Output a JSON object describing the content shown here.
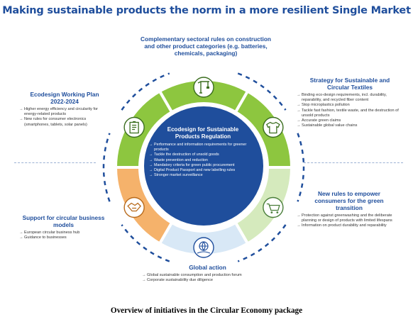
{
  "title": "Making sustainable products the norm in a more resilient Single Market",
  "caption": "Overview of initiatives in the Circular Economy package",
  "colors": {
    "title_blue": "#1f4e9c",
    "center_blue": "#1f4e9c",
    "green": "#8dc63f",
    "light_green": "#d5eabd",
    "orange": "#f5b26b",
    "light_blue": "#d8e8f6",
    "dash": "#1f4e9c"
  },
  "center": {
    "title_line1": "Ecodesign for Sustainable",
    "title_line2": "Products Regulation",
    "items": [
      "Performance and information requirements for greener products",
      "Tackle the destruction of unsold goods",
      "Waste prevention and reduction",
      "Mandatory criteria for green public procurement",
      "Digital Product Passport and new labelling rules",
      "Stronger market surveillance"
    ]
  },
  "top": {
    "title_line1": "Complementary sectoral rules on construction",
    "title_line2": "and other product categories (e.g. batteries,",
    "title_line3": "chemicals, packaging)",
    "icon": "crane-icon"
  },
  "left_top": {
    "title_line1": "Ecodesign Working Plan",
    "title_line2": "2022-2024",
    "items": [
      "Higher energy efficiency and circularity for energy-related products",
      "New rules for consumer electronics (smartphones, tablets, solar panels)"
    ],
    "icon": "clipboard-icon"
  },
  "right_top": {
    "title_line1": "Strategy for Sustainable and",
    "title_line2": "Circular Textiles",
    "items": [
      "Binding eco-design requirements, incl. durability, reparability, and recycled fiber content",
      "Stop microplastics pollution",
      "Tackle fast fashion, textile waste, and the destruction of unsold products",
      "Accurate green claims",
      "Sustainable global value chains"
    ],
    "icon": "shirt-icon"
  },
  "right_bottom": {
    "title_line1": "New rules to empower",
    "title_line2": "consumers for the green",
    "title_line3": "transition",
    "items": [
      "Protection against greenwashing and the deliberate planning or design of products with limited lifespans",
      "Information on product durability and reparability"
    ],
    "icon": "shopping-cart-icon"
  },
  "left_bottom": {
    "title_line1": "Support for circular business",
    "title_line2": "models",
    "items": [
      "European circular business hub",
      "Guidance to businesses"
    ],
    "icon": "handshake-icon"
  },
  "bottom": {
    "title": "Global action",
    "items": [
      "Global sustainable consumption and production forum",
      "Corporate sustainability due diligence"
    ],
    "icon": "globe-hand-icon"
  }
}
